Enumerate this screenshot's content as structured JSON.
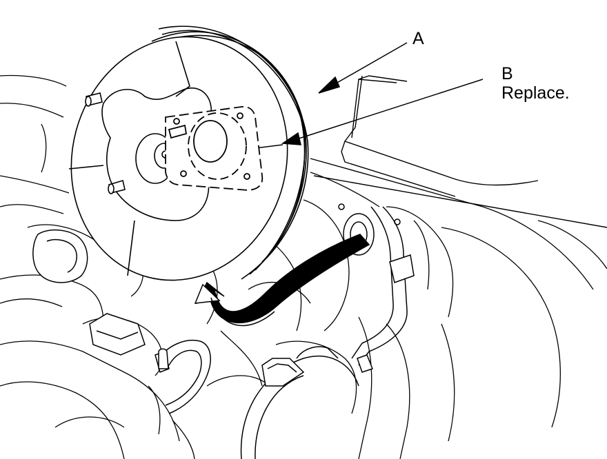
{
  "callouts": {
    "a": {
      "letter": "A"
    },
    "b": {
      "letter": "B",
      "note": "Replace."
    }
  },
  "colors": {
    "ink": "#000000",
    "paper": "#ffffff"
  }
}
